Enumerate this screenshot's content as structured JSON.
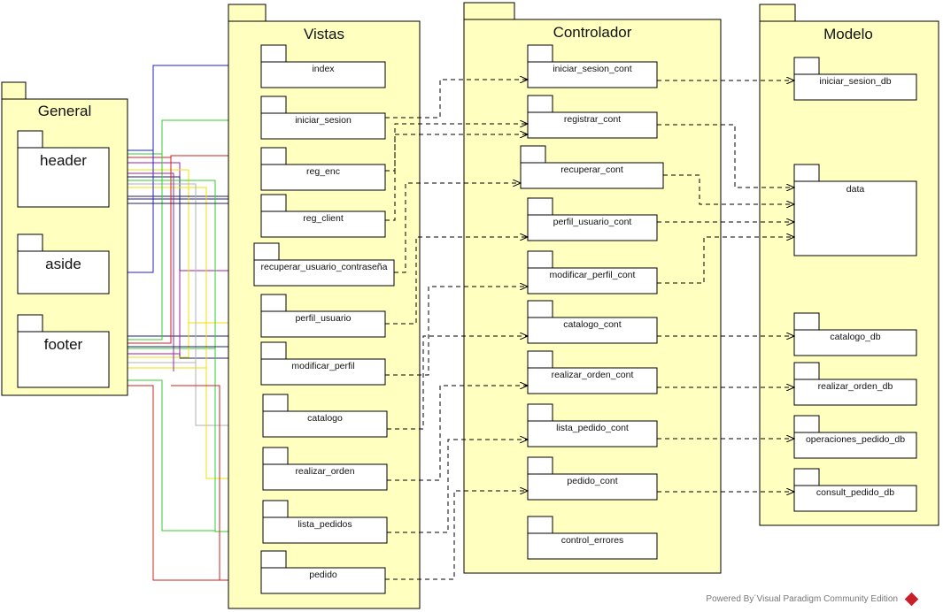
{
  "packages": [
    {
      "id": "general",
      "title": "General"
    },
    {
      "id": "vistas",
      "title": "Vistas"
    },
    {
      "id": "controlador",
      "title": "Controlador"
    },
    {
      "id": "modelo",
      "title": "Modelo"
    }
  ],
  "components": {
    "general": [
      "header",
      "aside",
      "footer"
    ],
    "vistas": [
      "index",
      "iniciar_sesion",
      "reg_enc",
      "reg_client",
      "recuperar_usuario_contraseña",
      "perfil_usuario",
      "modificar_perfil",
      "catalogo",
      "realizar_orden",
      "lista_pedidos",
      "pedido"
    ],
    "controlador": [
      "iniciar_sesion_cont",
      "registrar_cont",
      "recuperar_cont",
      "perfil_usuario_cont",
      "modificar_perfil_cont",
      "catalogo_cont",
      "realizar_orden_cont",
      "lista_pedido_cont",
      "pedido_cont",
      "control_errores"
    ],
    "modelo": [
      "iniciar_sesion_db",
      "data",
      "catalogo_db",
      "realizar_orden_db",
      "operaciones_pedido_db",
      "consult_pedido_db"
    ]
  },
  "colors": {
    "package_fill": "#ffffc0",
    "stroke": "#000000",
    "line_blue": "#1f1fd0",
    "line_green": "#33cc33",
    "line_red": "#cc2222",
    "line_yellow": "#f0e000",
    "line_purple": "#a020a0",
    "line_gray": "#b0b0b0",
    "line_navy": "#202060"
  },
  "footer": {
    "text": "Powered By´Visual Paradigm Community Edition"
  }
}
